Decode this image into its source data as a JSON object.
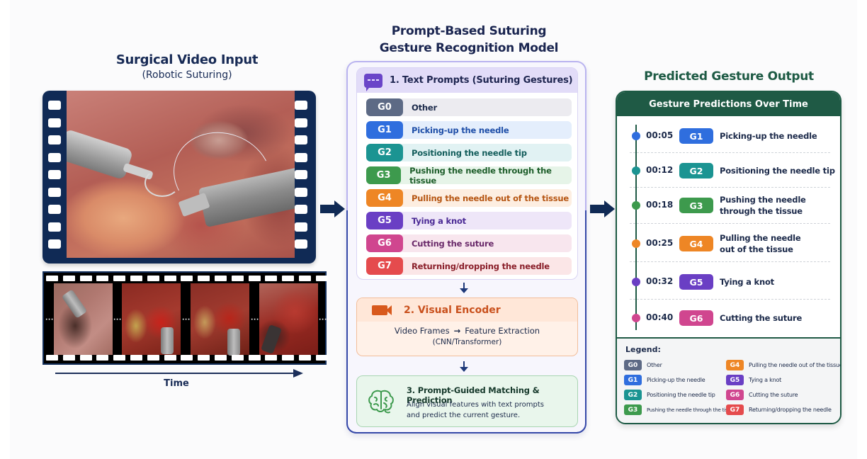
{
  "colors": {
    "navy": "#102a55",
    "g0": "#5d6a85",
    "g1": "#2f6ede",
    "g2": "#1b9492",
    "g3": "#3d9a4d",
    "g4": "#ee8625",
    "g5": "#6a3fc4",
    "g6": "#d0468f",
    "g7": "#e54b4d",
    "dark_green": "#1f5a45"
  },
  "left": {
    "title": "Surgical Video Input",
    "subtitle": "(Robotic Suturing)",
    "frame_separator": "···",
    "time_label": "Time"
  },
  "middle": {
    "title_line1": "Prompt-Based Suturing",
    "title_line2": "Gesture Recognition Model",
    "prompts": {
      "icon": "chat-bubble-icon",
      "title": "1. Text Prompts (Suturing Gestures)",
      "items": [
        {
          "code": "G0",
          "label": "Other",
          "badge": "#5d6a85",
          "bg": "#ecebf0",
          "text": "#1c2a4a"
        },
        {
          "code": "G1",
          "label": "Picking-up the needle",
          "badge": "#2f6ede",
          "bg": "#e4eefc",
          "text": "#1f4fa8"
        },
        {
          "code": "G2",
          "label": "Positioning the needle tip",
          "badge": "#1b9492",
          "bg": "#e1f2f3",
          "text": "#145e5c"
        },
        {
          "code": "G3",
          "label": "Pushing the needle through the tissue",
          "badge": "#3d9a4d",
          "bg": "#e6f4e8",
          "text": "#1e5e2b"
        },
        {
          "code": "G4",
          "label": "Pulling the needle out of the tissue",
          "badge": "#ee8625",
          "bg": "#fdeee1",
          "text": "#b65613"
        },
        {
          "code": "G5",
          "label": "Tying a knot",
          "badge": "#6a3fc4",
          "bg": "#eee6f8",
          "text": "#4b2a95"
        },
        {
          "code": "G6",
          "label": "Cutting the suture",
          "badge": "#d0468f",
          "bg": "#f8e6ee",
          "text": "#6a2a6a"
        },
        {
          "code": "G7",
          "label": "Returning/dropping the needle",
          "badge": "#e54b4d",
          "bg": "#fbe6e7",
          "text": "#8a1f2a"
        }
      ]
    },
    "encoder": {
      "icon": "video-camera-icon",
      "title": "2. Visual Encoder",
      "from": "Video Frames",
      "arrow": "→",
      "to": "Feature Extraction",
      "sub": "(CNN/Transformer)"
    },
    "matching": {
      "icon": "brain-icon",
      "title": "3. Prompt-Guided Matching & Prediction",
      "desc_line1": "Align visual features with text prompts",
      "desc_line2": "and predict the current gesture."
    }
  },
  "right": {
    "title": "Predicted Gesture Output",
    "header": "Gesture Predictions Over Time",
    "timeline": [
      {
        "time": "00:05",
        "code": "G1",
        "label": "Picking-up the needle",
        "color": "#2f6ede"
      },
      {
        "time": "00:12",
        "code": "G2",
        "label": "Positioning the needle tip",
        "color": "#1b9492"
      },
      {
        "time": "00:18",
        "code": "G3",
        "label": "Pushing the needle through the tissue",
        "color": "#3d9a4d"
      },
      {
        "time": "00:25",
        "code": "G4",
        "label": "Pulling the needle out of the tissue",
        "color": "#ee8625"
      },
      {
        "time": "00:32",
        "code": "G5",
        "label": "Tying a knot",
        "color": "#6a3fc4"
      },
      {
        "time": "00:40",
        "code": "G6",
        "label": "Cutting the suture",
        "color": "#d0468f"
      }
    ],
    "legend": {
      "title": "Legend:",
      "items": [
        {
          "code": "G0",
          "label": "Other",
          "color": "#5d6a85"
        },
        {
          "code": "G1",
          "label": "Picking-up the needle",
          "color": "#2f6ede"
        },
        {
          "code": "G2",
          "label": "Positioning the needle tip",
          "color": "#1b9492"
        },
        {
          "code": "G3",
          "label": "Pushing the needle through the tissue",
          "color": "#3d9a4d"
        },
        {
          "code": "G4",
          "label": "Pulling the needle out of the tissue",
          "color": "#ee8625"
        },
        {
          "code": "G5",
          "label": "Tying a knot",
          "color": "#6a3fc4"
        },
        {
          "code": "G6",
          "label": "Cutting the suture",
          "color": "#d0468f"
        },
        {
          "code": "G7",
          "label": "Returning/dropping the needle",
          "color": "#e54b4d"
        }
      ]
    }
  }
}
